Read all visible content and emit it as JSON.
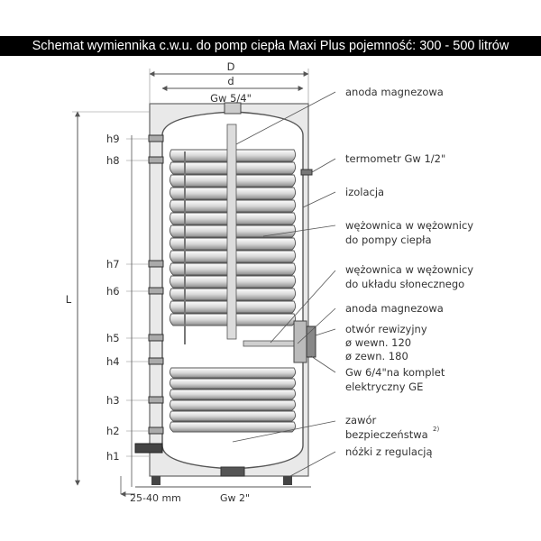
{
  "title": "Schemat wymiennika c.w.u. do pomp ciepła Maxi Plus pojemność: 300 - 500 litrów",
  "dimensions": {
    "D": "D",
    "d": "d",
    "L": "L",
    "top_connection": "Gw 5/4\"",
    "bottom_connection": "Gw 2\"",
    "floor_gap": "25-40 mm"
  },
  "left_labels": [
    "h9",
    "h8",
    "h7",
    "h6",
    "h5",
    "h4",
    "h3",
    "h2",
    "h1"
  ],
  "callouts": {
    "anoda_top": "anoda magnezowa",
    "termometr": "termometr Gw 1/2\"",
    "izolacja": "izolacja",
    "wezownica_pc_1": "wężownica w wężownicy",
    "wezownica_pc_2": "do pompy ciepła",
    "wezownica_sol_1": "wężownica w wężownicy",
    "wezownica_sol_2": "do układu słonecznego",
    "anoda_mid": "anoda magnezowa",
    "otwor_1": "otwór rewizyjny",
    "otwor_2": "ø wewn. 120",
    "otwor_3": "ø zewn. 180",
    "gw64_1": "Gw 6/4\"na komplet",
    "gw64_2": "elektryczny GE",
    "zawor_1": "zawór",
    "zawor_2": "bezpieczeństwa",
    "zawor_sup": "2)",
    "nozki": "nóżki z regulacją"
  }
}
